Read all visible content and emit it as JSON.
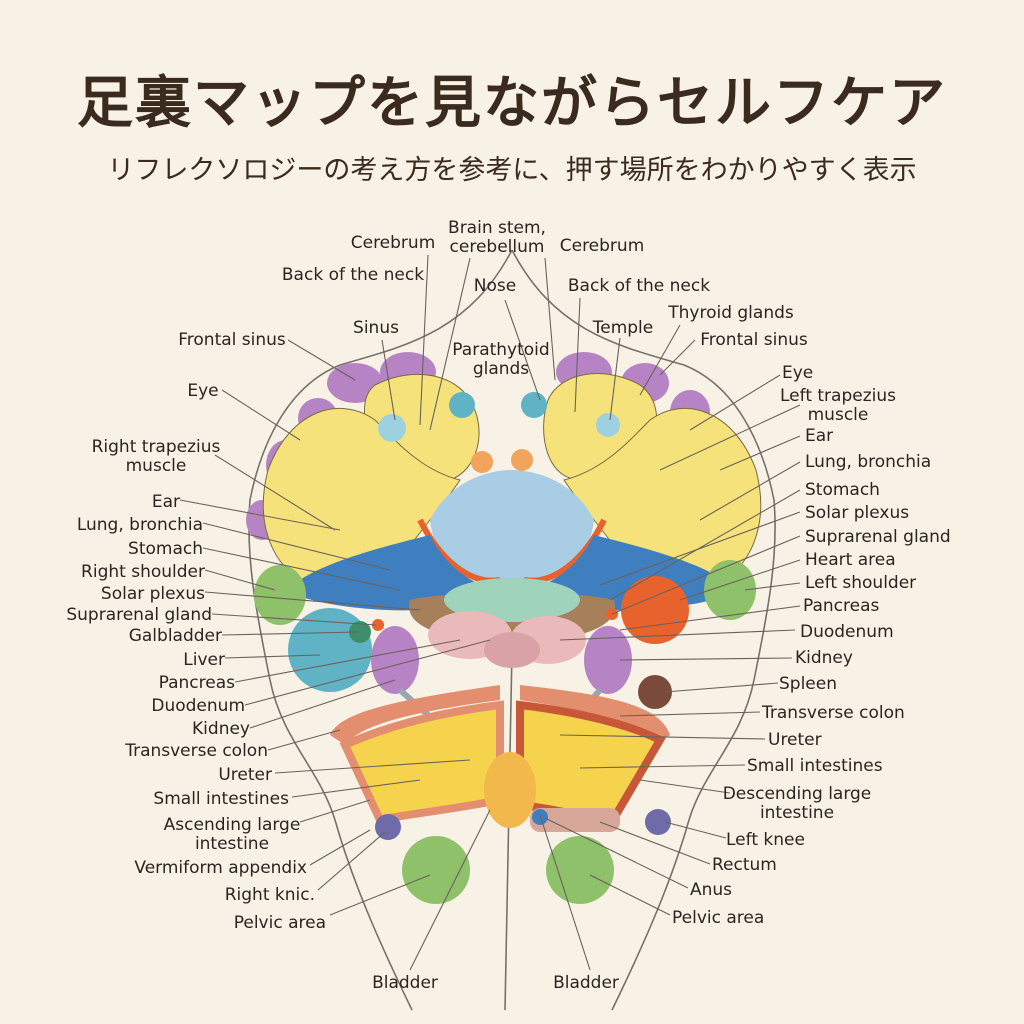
{
  "title": "足裏マップを見ながらセルフケア",
  "subtitle": "リフレクソロジーの考え方を参考に、押す場所をわかりやすく表示",
  "labels": {
    "brain_stem": [
      "Brain stem,",
      "cerebellum"
    ],
    "cerebrum_l": "Cerebrum",
    "cerebrum_r": "Cerebrum",
    "neck_l": "Back of the neck",
    "neck_r": "Back of the neck",
    "nose": "Nose",
    "sinus": "Sinus",
    "thyroid": "Thyroid glands",
    "temple": "Temple",
    "frontal_l": "Frontal sinus",
    "frontal_r": "Frontal sinus",
    "parathyroid": [
      "Parathytoid",
      "glands"
    ],
    "eye_l": "Eye",
    "eye_r": "Eye",
    "trap_r": [
      "Right trapezius",
      "muscle"
    ],
    "trap_l": [
      "Left trapezius",
      "muscle"
    ],
    "ear_l": "Ear",
    "ear_r": "Ear",
    "lung_l": "Lung, bronchia",
    "lung_r": "Lung, bronchia",
    "stomach_l": "Stomach",
    "stomach_r": "Stomach",
    "right_shoulder": "Right shoulder",
    "solar_l": "Solar plexus",
    "solar_r": "Solar plexus",
    "supra_l": "Suprarenal gland",
    "supra_r": "Suprarenal gland",
    "heart": "Heart area",
    "left_shoulder": "Left shoulder",
    "galbladder": "Galbladder",
    "pancreas_r": "Pancreas",
    "liver": "Liver",
    "duodenum_r": "Duodenum",
    "pancreas_l": "Pancreas",
    "kidney_r": "Kidney",
    "duodenum_l": "Duodenum",
    "spleen": "Spleen",
    "kidney_l": "Kidney",
    "transverse_r": "Transverse colon",
    "transverse_l": "Transverse colon",
    "ureter_r": "Ureter",
    "ureter_l": "Ureter",
    "small_r": "Small intestines",
    "small_l": "Small intestines",
    "descending": [
      "Descending large",
      "intestine"
    ],
    "ascending": [
      "Ascending large",
      "intestine"
    ],
    "left_knee": "Left knee",
    "vermiform": "Vermiform appendix",
    "rectum": "Rectum",
    "right_knee": "Right knic.",
    "anus": "Anus",
    "pelvic_l": "Pelvic area",
    "pelvic_r": "Pelvic area",
    "bladder_l": "Bladder",
    "bladder_r": "Bladder"
  },
  "colors": {
    "background": "#f8f2e6",
    "yellow": "#f6e27a",
    "purple": "#b684c4",
    "green": "#8fc06a",
    "light_blue": "#a9cde4",
    "blue": "#3f7fc0",
    "brown": "#a5805a",
    "mint": "#9fd3bb",
    "pink": "#eab9b9",
    "orange": "#e8622d",
    "teal": "#5fb3c4",
    "salmon": "#e38f6f",
    "text": "#2a2520"
  }
}
